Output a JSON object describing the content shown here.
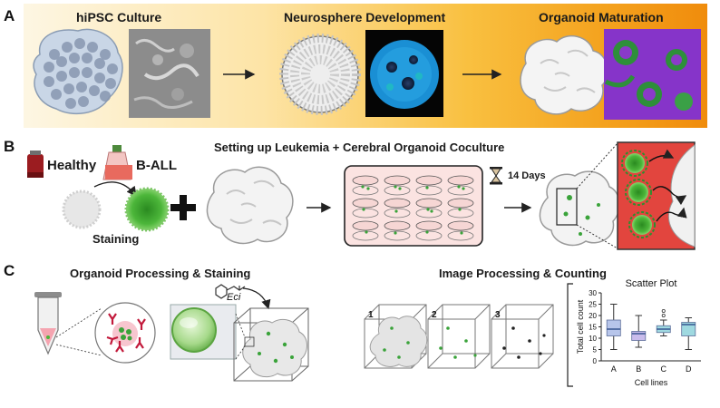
{
  "panels": {
    "a": {
      "letter": "A",
      "titles": [
        "hiPSC Culture",
        "Neurosphere Development",
        "Organoid Maturation"
      ]
    },
    "b": {
      "letter": "B",
      "title": "Setting up Leukemia + Cerebral Organoid Coculture",
      "healthy": "Healthy",
      "ball": "B-ALL",
      "staining": "Staining",
      "days": "14 Days"
    },
    "c": {
      "letter": "C",
      "left_title": "Organoid Processing & Staining",
      "right_title": "Image Processing & Counting",
      "eci": "Eci",
      "cube_labels": [
        "1",
        "2",
        "3"
      ]
    }
  },
  "chart_data": {
    "type": "box",
    "title": "Scatter Plot",
    "xlabel": "Cell lines",
    "ylabel": "Total cell count",
    "categories": [
      "A",
      "B",
      "C",
      "D"
    ],
    "yticks": [
      0,
      5,
      10,
      15,
      20,
      25,
      30
    ],
    "ylim": [
      0,
      30
    ],
    "colors": [
      "#b7c5ea",
      "#c9bcec",
      "#9fd9e0",
      "#9fd9e0"
    ],
    "boxes": [
      {
        "name": "A",
        "min": 5,
        "q1": 11,
        "median": 14,
        "q3": 18,
        "max": 25
      },
      {
        "name": "B",
        "min": 6,
        "q1": 9,
        "median": 12,
        "q3": 13,
        "max": 20
      },
      {
        "name": "C",
        "min": 11,
        "q1": 12.5,
        "median": 14,
        "q3": 15.5,
        "max": 18,
        "outliers": [
          20,
          22
        ]
      },
      {
        "name": "D",
        "min": 5,
        "q1": 11,
        "median": 16,
        "q3": 17,
        "max": 19
      }
    ]
  }
}
